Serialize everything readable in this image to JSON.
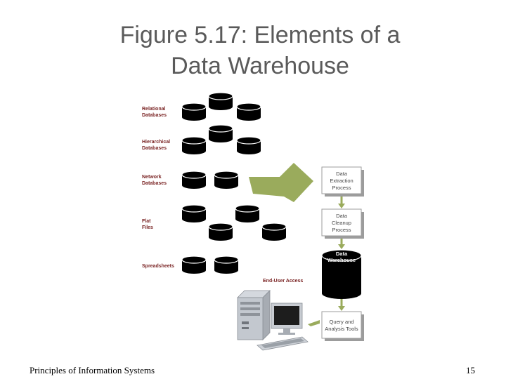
{
  "slide": {
    "title_line1": "Figure 5.17: Elements of a",
    "title_line2": "Data Warehouse",
    "footer_left": "Principles of Information Systems",
    "page_number": "15"
  },
  "diagram": {
    "sources": {
      "relational_1": "Relational",
      "relational_2": "Databases",
      "hierarchical_1": "Hierarchical",
      "hierarchical_2": "Databases",
      "network_1": "Network",
      "network_2": "Databases",
      "flat_1": "Flat",
      "flat_2": "Files",
      "spreadsheets": "Spreadsheets"
    },
    "process_boxes": {
      "extraction_1": "Data",
      "extraction_2": "Extraction",
      "extraction_3": "Process",
      "cleanup_1": "Data",
      "cleanup_2": "Cleanup",
      "cleanup_3": "Process",
      "query_1": "Query and",
      "query_2": "Analysis Tools"
    },
    "warehouse_1": "Data",
    "warehouse_2": "Warehouse",
    "end_user_access": "End-User Access",
    "colors": {
      "arrow_green": "#9aab5c",
      "source_label": "#7a2424",
      "cylinder": "#000000"
    }
  }
}
